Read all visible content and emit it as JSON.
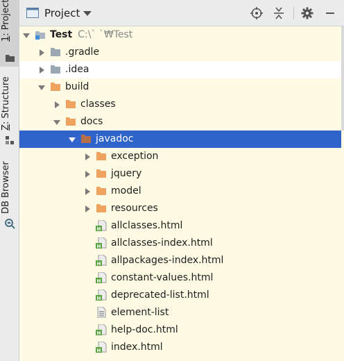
{
  "sidebar": {
    "tabs": [
      {
        "num": "1",
        "sep": ": ",
        "label": "Project"
      },
      {
        "num": "Z",
        "sep": ": ",
        "label": "Structure"
      },
      {
        "num": "",
        "sep": "",
        "label": "DB Browser"
      }
    ]
  },
  "panel": {
    "title": "Project"
  },
  "colors": {
    "folder": "#f0a35e",
    "selected": "#2f65ca",
    "module": "#3e8fd6",
    "html_badge": "#59a33f"
  },
  "tree": [
    {
      "label": "Test",
      "path": "C:\\`\t`₩Test"
    },
    {
      "label": ".gradle"
    },
    {
      "label": ".idea"
    },
    {
      "label": "build"
    },
    {
      "label": "classes"
    },
    {
      "label": "docs"
    },
    {
      "label": "javadoc"
    },
    {
      "label": "exception"
    },
    {
      "label": "jquery"
    },
    {
      "label": "model"
    },
    {
      "label": "resources"
    },
    {
      "label": "allclasses.html"
    },
    {
      "label": "allclasses-index.html"
    },
    {
      "label": "allpackages-index.html"
    },
    {
      "label": "constant-values.html"
    },
    {
      "label": "deprecated-list.html"
    },
    {
      "label": "element-list"
    },
    {
      "label": "help-doc.html"
    },
    {
      "label": "index.html"
    }
  ]
}
